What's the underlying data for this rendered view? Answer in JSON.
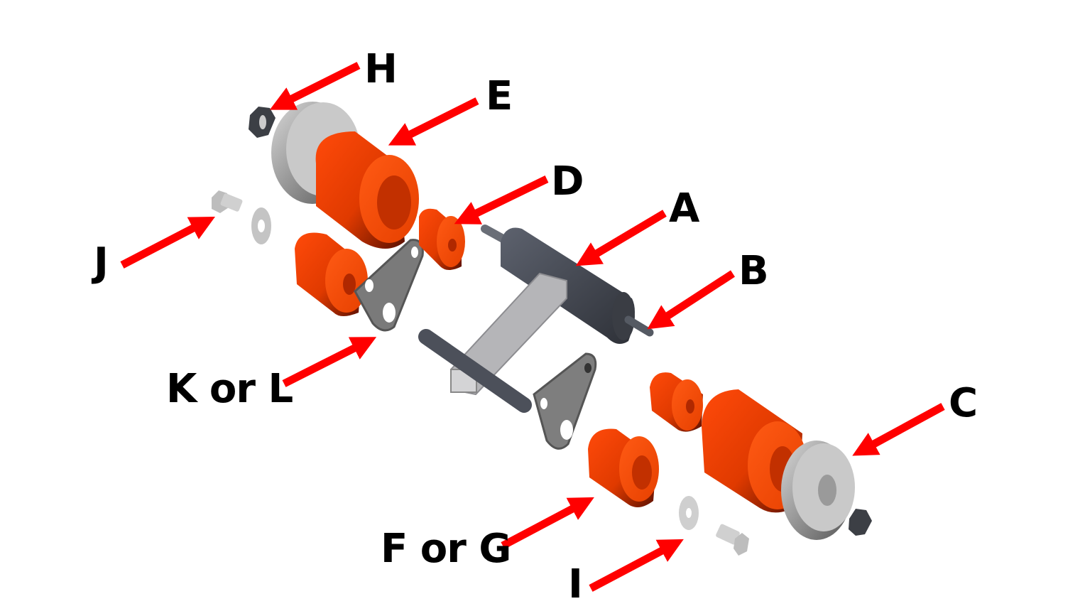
{
  "diagram": {
    "type": "exploded-assembly",
    "colors": {
      "arrow": "#ff0000",
      "bushing": "#ff4500",
      "bushing_dark": "#6b1500",
      "metal_light": "#c8c8c8",
      "metal_dark": "#4a4e58",
      "plate": "#808080",
      "label": "#000000"
    },
    "labels": {
      "A": "A",
      "B": "B",
      "C": "C",
      "D": "D",
      "E": "E",
      "F_or_G": "F or G",
      "H": "H",
      "I": "I",
      "J": "J",
      "K_or_L": "K or L"
    },
    "parts": [
      {
        "id": "A",
        "name": "swing-arm-frame"
      },
      {
        "id": "B",
        "name": "threaded-stud"
      },
      {
        "id": "C",
        "name": "end-cap-washer"
      },
      {
        "id": "D",
        "name": "small-bushing"
      },
      {
        "id": "E",
        "name": "large-bushing"
      },
      {
        "id": "F or G",
        "name": "medium-bushing"
      },
      {
        "id": "H",
        "name": "hex-nut"
      },
      {
        "id": "I",
        "name": "flat-washer"
      },
      {
        "id": "J",
        "name": "hex-bolt"
      },
      {
        "id": "K or L",
        "name": "triangle-mount-plate"
      }
    ]
  }
}
